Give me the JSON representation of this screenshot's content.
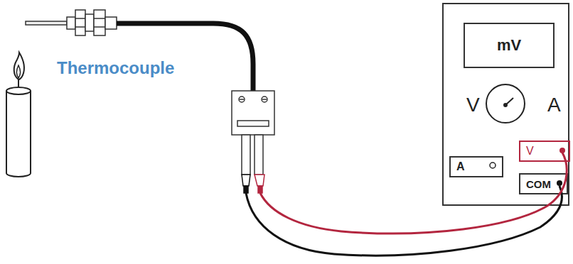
{
  "diagram": {
    "nodes": [
      {
        "text": [
          "V",
          "A"
        ]
      },
      {
        "text": [
          "mV"
        ],
        "in": 0
      },
      {
        "text": [
          "A"
        ],
        "in": 0
      },
      {
        "text": [
          "V"
        ],
        "in": 0
      },
      {
        "text": [
          "COM"
        ],
        "in": 0
      }
    ],
    "labels": [
      "Thermocouple"
    ]
  }
}
